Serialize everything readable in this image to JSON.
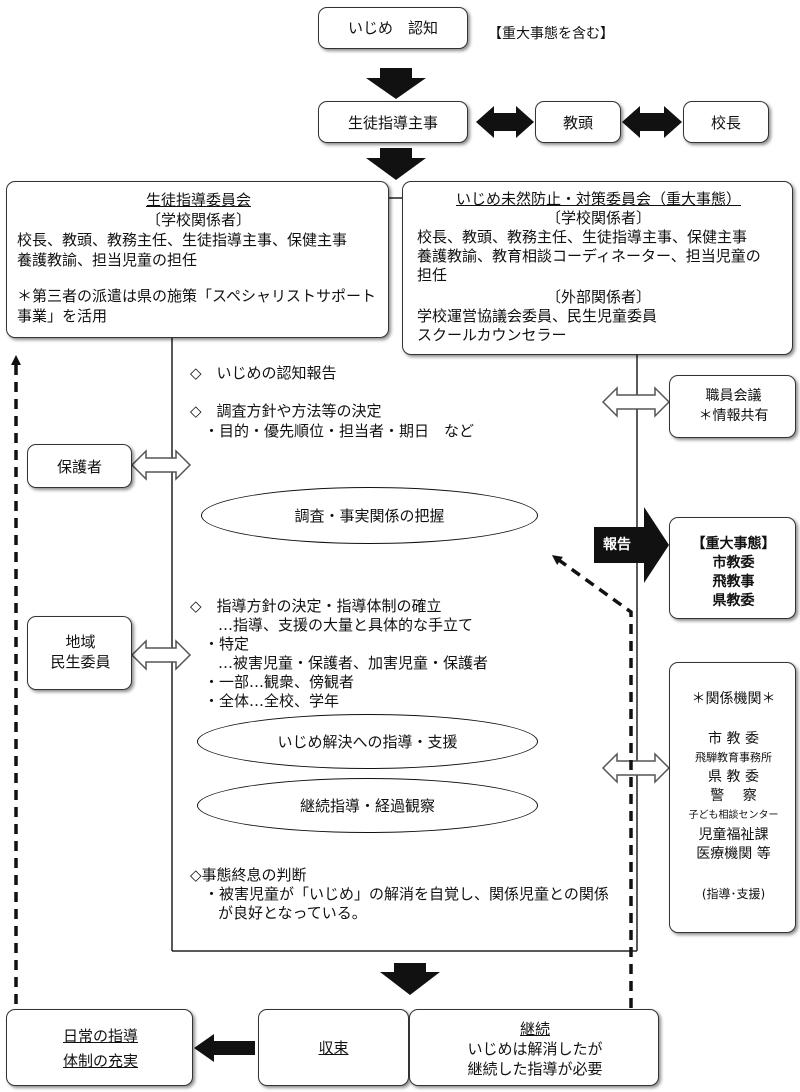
{
  "top": {
    "recognition": "いじめ　認知",
    "serious_note": "【重大事態を含む】",
    "guidance_lead": "生徒指導主事",
    "vice_principal": "教頭",
    "principal": "校長"
  },
  "committee_left": {
    "title": "生徒指導委員会",
    "subtitle": "〔学校関係者〕",
    "members": [
      "校長、教頭、教務主任、生徒指導主事、保健主事",
      "養護教諭、担当児童の担任"
    ],
    "note": [
      "＊第三者の派遣は県の施策「スペシャリストサポート",
      "事業」を活用"
    ]
  },
  "committee_right": {
    "title": "いじめ未然防止・対策委員会（重大事態）",
    "subtitle": "〔学校関係者〕",
    "members": [
      "校長、教頭、教務主任、生徒指導主事、保健主事",
      "養護教諭、教育相談コーディネーター、担当児童の",
      "担任"
    ],
    "external_subtitle": "〔外部関係者〕",
    "external_members": [
      "学校運営協議会委員、民生児童委員",
      "スクールカウンセラー"
    ]
  },
  "flow": {
    "item1": "◇　いじめの認知報告",
    "item2": "◇　調査方針や方法等の決定",
    "item2_sub": "・目的・優先順位・担当者・期日　など",
    "ellipse1": "調査・事実関係の把握",
    "item3": "◇　指導方針の決定・指導体制の確立",
    "item3_sub": [
      "…指導、支援の大量と具体的な手立て",
      "・特定",
      "…被害児童・保護者、加害児童・保護者",
      "・一部…観衆、傍観者",
      "・全体…全校、学年"
    ],
    "ellipse2": "いじめ解決への指導・支援",
    "ellipse3": "継続指導・経過観察",
    "item4": "◇事態終息の判断",
    "item4_sub": [
      "・被害児童が「いじめ」の解消を自覚し、関係児童との関係",
      "が良好となっている。"
    ]
  },
  "side": {
    "guardians": "保護者",
    "community": [
      "地域",
      "民生委員"
    ],
    "staff_meeting": [
      "職員会議",
      "＊情報共有"
    ],
    "report_arrow": "報告",
    "serious_report": [
      "【重大事態】",
      "市教委",
      "飛教事",
      "県教委"
    ],
    "agencies_title": "＊関係機関＊",
    "agencies": [
      "市 教 委",
      "飛騨教育事務所",
      "県 教 委",
      "警　 察",
      "子ども相談センター",
      "児童福祉課",
      "医療機関 等"
    ],
    "agencies_note": "(指導･支援)"
  },
  "bottom": {
    "daily": [
      "日常の指導",
      "体制の充実"
    ],
    "resolution": "収束",
    "continuation_title": "継続",
    "continuation_text": [
      "いじめは解消したが",
      "継続した指導が必要"
    ]
  }
}
